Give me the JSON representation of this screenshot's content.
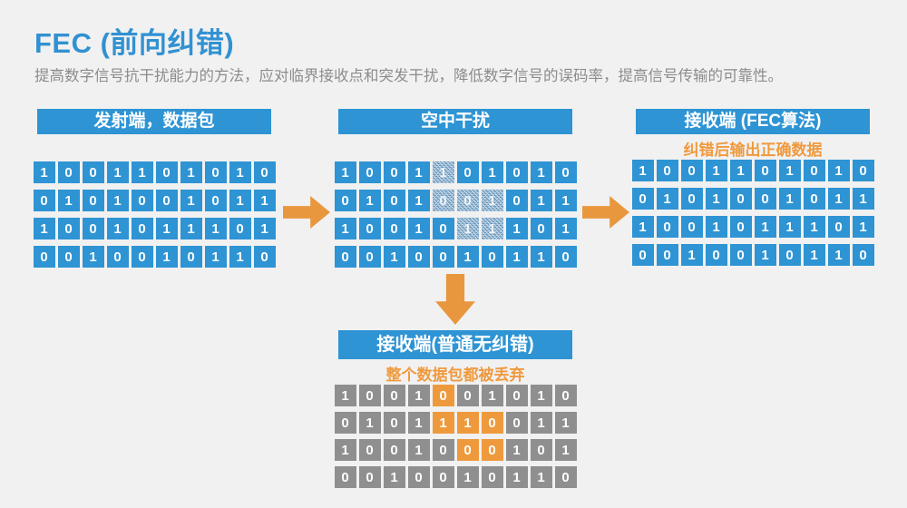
{
  "page": {
    "title": "FEC (前向纠错)",
    "subtitle": "提高数字信号抗干扰能力的方法，应对临界接收点和突发干扰，降低数字信号的误码率，提高信号传输的可靠性。"
  },
  "colors": {
    "accent_blue": "#2E94D4",
    "accent_orange": "#EE9A3C",
    "gray_cell": "#8F8F8F",
    "background": "#F1F1F1",
    "title_blue": "#3191D2",
    "subtitle_gray": "#8C8C8C"
  },
  "stages": {
    "tx": {
      "header": "发射端，数据包",
      "rows": [
        "1001101010",
        "0101001011",
        "1001011101",
        "0010010110"
      ]
    },
    "air": {
      "header": "空中干扰",
      "rows": [
        "1001101010",
        "0101001011",
        "1001011101",
        "0010010110"
      ],
      "noisy_cells": [
        [
          4
        ],
        [
          4,
          5,
          6
        ],
        [
          5,
          6
        ],
        []
      ]
    },
    "rx_fec": {
      "header": "接收端 (FEC算法)",
      "caption": "纠错后输出正确数据",
      "rows": [
        "1001101010",
        "0101001011",
        "1001011101",
        "0010010110"
      ]
    },
    "rx_plain": {
      "header": "接收端(普通无纠错)",
      "caption": "整个数据包都被丢弃",
      "rows": [
        "1001001010",
        "0101110011",
        "1001000101",
        "0010010110"
      ],
      "corrupt_cells": [
        [
          4
        ],
        [
          4,
          5,
          6
        ],
        [
          5,
          6
        ],
        []
      ]
    }
  },
  "icons": {
    "arrow_right": "arrow pointing right (orange)",
    "arrow_down": "arrow pointing down (orange)"
  }
}
